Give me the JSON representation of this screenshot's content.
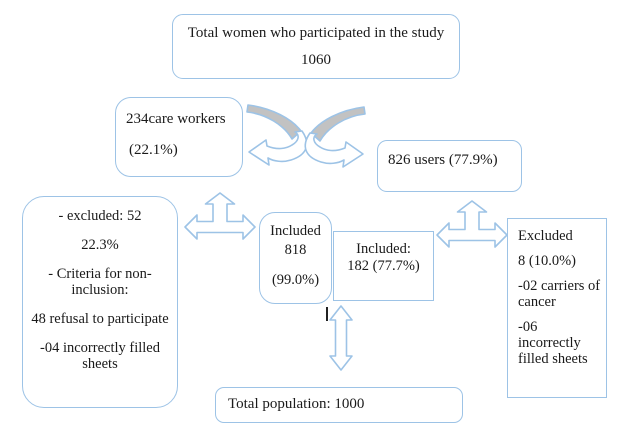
{
  "colors": {
    "accent_blue": "#9DC3E6",
    "ribbon_gray": "#C2C2C2",
    "text": "#1A1A1A",
    "background": "#FFFFFF",
    "cursor_black": "#222222"
  },
  "nodes": {
    "total_women": {
      "text": "Total women who participated in the study",
      "value": "1060"
    },
    "care_workers": {
      "text": "234care workers",
      "percent": "(22.1%)"
    },
    "users": {
      "text": "826 users (77.9%)"
    },
    "excluded_left": {
      "paragraphs": [
        "- excluded: 52",
        "22.3%",
        "- Criteria for non-inclusion:",
        "48 refusal to participate",
        "-04 incorrectly filled sheets"
      ]
    },
    "included_818": {
      "lines": [
        "Included",
        "818",
        "(99.0%)"
      ]
    },
    "included_182": {
      "lines": [
        "Included:",
        "182 (77.7%)"
      ]
    },
    "excluded_right": {
      "paragraphs": [
        "Excluded",
        "8 (10.0%)",
        "-02 carriers of cancer",
        "-06 incorrectly filled sheets"
      ]
    },
    "total_population": {
      "text": "Total population: 1000"
    }
  },
  "icons": {
    "curved_arrow_left": "curved ribbon arrow pointing down-left",
    "curved_arrow_right": "curved ribbon arrow pointing down-right",
    "three_way_arrow_left": "outline arrow pointing up, left and right",
    "three_way_arrow_right": "outline arrow pointing up, left and right",
    "up_down_arrow": "outline vertical double-headed arrow",
    "text_cursor": "thin vertical text caret mark"
  }
}
